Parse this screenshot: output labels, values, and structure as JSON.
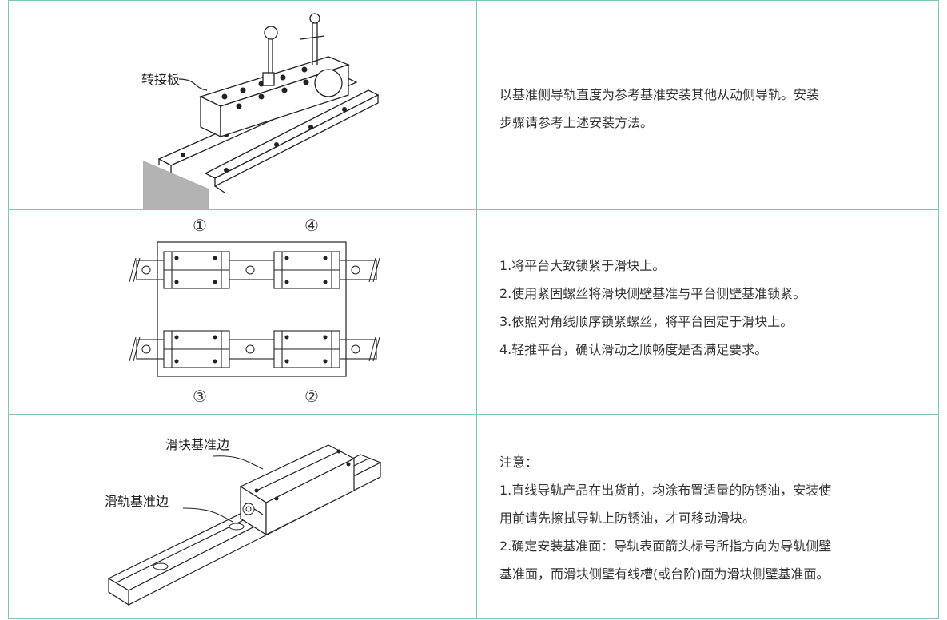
{
  "rows": [
    {
      "figure": {
        "labels": {
          "adapter_plate": "转接板"
        }
      },
      "text": {
        "lines": [
          "以基准侧导轨直度为参考基准安装其他从动侧导轨。安装",
          "步骤请参考上述安装方法。"
        ]
      }
    },
    {
      "figure": {
        "sequence_numbers": [
          "①",
          "④",
          "③",
          "②"
        ]
      },
      "text": {
        "lines": [
          "1.将平台大致锁紧于滑块上。",
          "2.使用紧固螺丝将滑块侧壁基准与平台侧壁基准锁紧。",
          "3.依照对角线顺序锁紧螺丝，将平台固定于滑块上。",
          "4.轻推平台，确认滑动之顺畅度是否满足要求。"
        ]
      }
    },
    {
      "figure": {
        "labels": {
          "block_reference_edge": "滑块基准边",
          "rail_reference_edge": "滑轨基准边"
        }
      },
      "text": {
        "lines": [
          "注意：",
          "1.直线导轨产品在出货前，均涂布置适量的防锈油，安装使",
          "用前请先擦拭导轨上防锈油，才可移动滑块。",
          "2.确定安装基准面：导轨表面箭头标号所指方向为导轨侧壁",
          "基准面，而滑块侧壁有线槽(或台阶)面为滑块侧壁基准面。"
        ]
      }
    }
  ],
  "colors": {
    "border": "#7cc7b5",
    "text": "#333333",
    "line_art": "#222222",
    "gray_block": "#b3b3b3"
  }
}
